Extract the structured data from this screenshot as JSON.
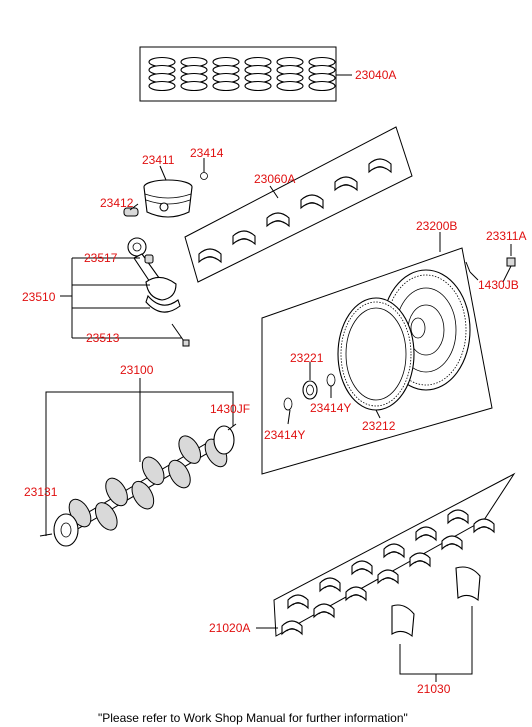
{
  "labels": {
    "rings": "23040A",
    "piston": "23411",
    "snap_ring": "23414",
    "pin": "23412",
    "bearing_upper": "23060A",
    "conrod_bearing": "23517",
    "conrod_assy": "23510",
    "conrod_bolt": "23513",
    "flywheel": "23200B",
    "flywheel_bolt": "23311A",
    "dowel_pin_fw": "1430JB",
    "bushing": "23221",
    "retainer_ring": "23414Y",
    "retainer_ring2": "23414Y",
    "ring_gear": "23212",
    "crankshaft": "23100",
    "dowel_pin_crank": "1430JF",
    "key": "23131",
    "main_bearing": "21020A",
    "thrust_bearing": "21030"
  },
  "footer_note": "\"Please refer to Work Shop Manual for further information\""
}
